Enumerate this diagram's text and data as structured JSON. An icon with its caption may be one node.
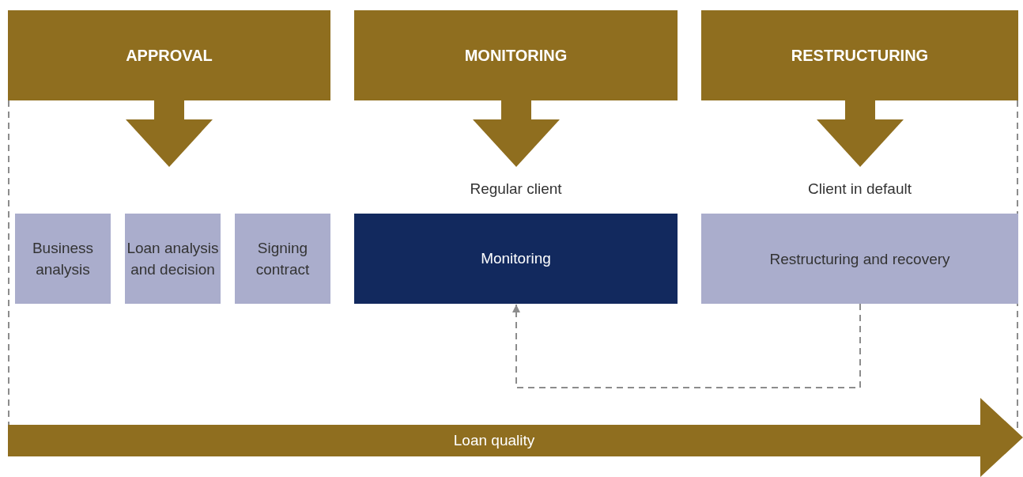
{
  "diagram": {
    "nodes": [
      {
        "text": [
          "APPROVAL"
        ]
      },
      {
        "text": [
          "MONITORING"
        ]
      },
      {
        "text": [
          "RESTRUCTURING"
        ]
      },
      {
        "text": [
          "Business analysis"
        ]
      },
      {
        "text": [
          "Loan analysis and decision"
        ]
      },
      {
        "text": [
          "Signing contract"
        ]
      },
      {
        "text": [
          "Monitoring"
        ],
        "beside": [
          "Regular client"
        ]
      },
      {
        "text": [
          "Restructuring and recovery"
        ],
        "beside": [
          "Client in default"
        ]
      },
      {
        "text": [
          "Loan quality"
        ]
      }
    ],
    "edges": [
      {
        "from": 0,
        "to": 4,
        "arrow": "to",
        "style": "thick"
      },
      {
        "from": 1,
        "to": 6,
        "arrow": "to",
        "style": "thick"
      },
      {
        "from": 2,
        "to": 7,
        "arrow": "to",
        "style": "thick"
      },
      {
        "from": 7,
        "to": 6,
        "arrow": "to",
        "style": "dashed",
        "color": "#8c8c8c"
      },
      {
        "from": 0,
        "to": 8,
        "arrow": "none",
        "style": "dashed",
        "color": "#8c8c8c"
      },
      {
        "from": 2,
        "to": 8,
        "arrow": "none",
        "style": "dashed",
        "color": "#8c8c8c"
      }
    ]
  }
}
